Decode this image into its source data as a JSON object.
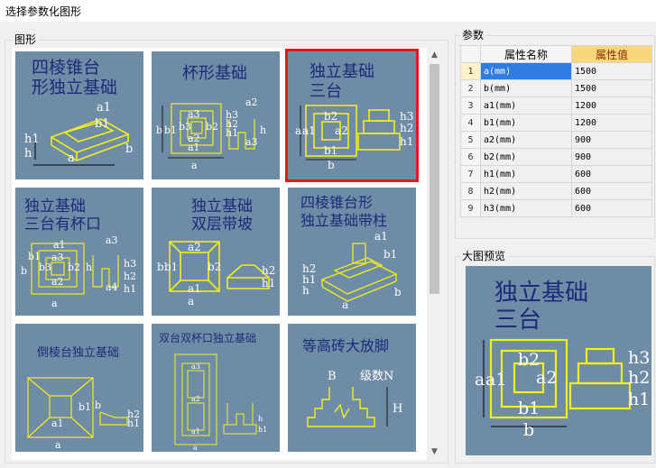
{
  "window": {
    "title": "选择参数化图形"
  },
  "shapes_group": {
    "label": "图形"
  },
  "params_group": {
    "label": "参数"
  },
  "preview_group": {
    "label": "大图预览"
  },
  "tiles": [
    {
      "title": [
        "四棱锥台",
        "形独立基础"
      ],
      "labels": [
        "a1",
        "b1",
        "h1",
        "h",
        "b",
        "a"
      ]
    },
    {
      "title": [
        "杯形基础"
      ],
      "labels": [
        "a2",
        "b",
        "b1",
        "a3",
        "b3",
        "b2",
        "a2",
        "a1",
        "h3",
        "h2",
        "h1",
        "h",
        "a3",
        "a"
      ]
    },
    {
      "title": [
        "独立基础",
        "三台"
      ],
      "labels": [
        "b2",
        "a",
        "a1",
        "a2",
        "b1",
        "b",
        "h3",
        "h2",
        "h1"
      ]
    },
    {
      "title": [
        "独立基础",
        "三台有杯口"
      ],
      "labels": [
        "a1",
        "a3",
        "b1",
        "a3",
        "b3",
        "b",
        "b2",
        "a2",
        "a4",
        "h",
        "h3",
        "h2",
        "h1",
        "a"
      ]
    },
    {
      "title": [
        "独立基础",
        "双层带坡"
      ],
      "labels": [
        "a2",
        "b",
        "b1",
        "b2",
        "a1",
        "a",
        "h2",
        "h1"
      ]
    },
    {
      "title": [
        "四棱锥台形",
        "独立基础带柱"
      ],
      "labels": [
        "a1",
        "b1",
        "h2",
        "h1",
        "h",
        "b",
        "a"
      ]
    },
    {
      "title": [
        "倒棱台独立基础"
      ],
      "labels": [
        "b1",
        "a1",
        "h2",
        "h1",
        "b",
        "a"
      ]
    },
    {
      "title": [
        "双台双杯口独立基础"
      ],
      "labels": [
        "a3",
        "a2",
        "a1",
        "h1",
        "h",
        "a"
      ]
    },
    {
      "title": [
        "等高砖大放脚"
      ],
      "labels": [
        "B",
        "级数N",
        "H"
      ]
    }
  ],
  "params": {
    "columns": {
      "name": "属性名称",
      "value": "属性值"
    },
    "rows": [
      {
        "idx": "1",
        "name": "a(mm)",
        "value": "1500"
      },
      {
        "idx": "2",
        "name": "b(mm)",
        "value": "1500"
      },
      {
        "idx": "3",
        "name": "a1(mm)",
        "value": "1200"
      },
      {
        "idx": "4",
        "name": "b1(mm)",
        "value": "1200"
      },
      {
        "idx": "5",
        "name": "a2(mm)",
        "value": "900"
      },
      {
        "idx": "6",
        "name": "b2(mm)",
        "value": "900"
      },
      {
        "idx": "7",
        "name": "h1(mm)",
        "value": "600"
      },
      {
        "idx": "8",
        "name": "h2(mm)",
        "value": "600"
      },
      {
        "idx": "9",
        "name": "h3(mm)",
        "value": "600"
      }
    ]
  },
  "preview": {
    "title": [
      "独立基础",
      "三台"
    ],
    "labels": [
      "b2",
      "a",
      "a1",
      "a2",
      "b1",
      "b",
      "h3",
      "h2",
      "h1"
    ]
  },
  "colors": {
    "tile_bg": "#6e8ca5",
    "title_text": "#1d2a7a",
    "shape_line": "#f4ef18",
    "dim_text": "#ffffff",
    "selection": "#e21a1a",
    "value_header": "#f7d77a",
    "row_selection": "#2e7de1"
  }
}
